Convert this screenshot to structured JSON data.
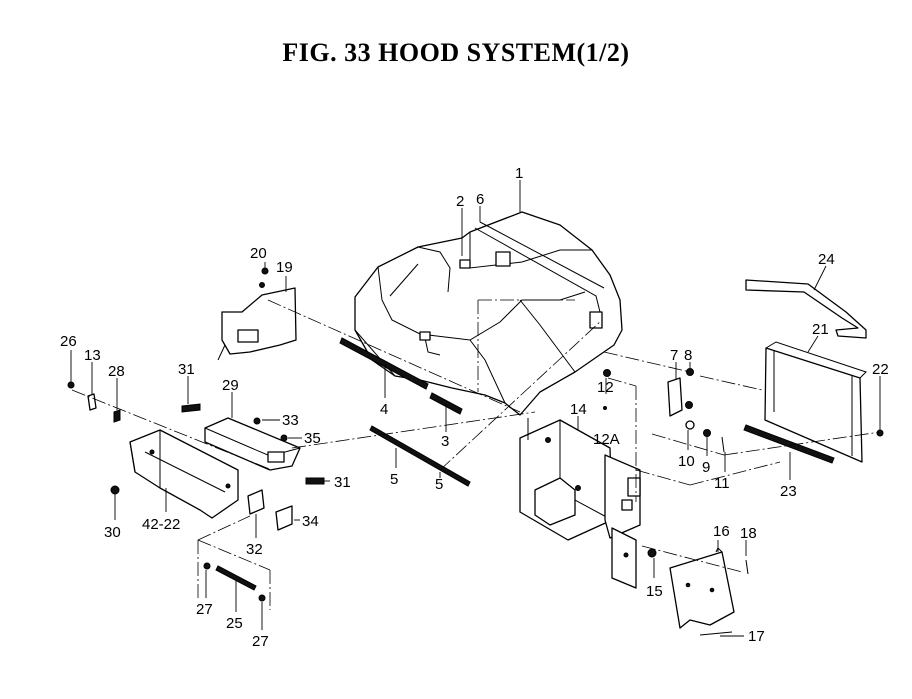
{
  "figure": {
    "title": "FIG. 33  HOOD SYSTEM(1/2)"
  },
  "callouts": {
    "c1": "1",
    "c2": "2",
    "c3": "3",
    "c4": "4",
    "c5a": "5",
    "c5b": "5",
    "c6": "6",
    "c7": "7",
    "c8": "8",
    "c9": "9",
    "c10": "10",
    "c11": "11",
    "c12": "12",
    "c12a": "12A",
    "c13": "13",
    "c14": "14",
    "c15": "15",
    "c16": "16",
    "c17": "17",
    "c18": "18",
    "c19": "19",
    "c20": "20",
    "c21": "21",
    "c22": "22",
    "c23": "23",
    "c24": "24",
    "c25": "25",
    "c26": "26",
    "c27a": "27",
    "c27b": "27",
    "c28": "28",
    "c29": "29",
    "c30": "30",
    "c31a": "31",
    "c31b": "31",
    "c32": "32",
    "c33": "33",
    "c34": "34",
    "c35": "35",
    "c4222": "42-22"
  }
}
